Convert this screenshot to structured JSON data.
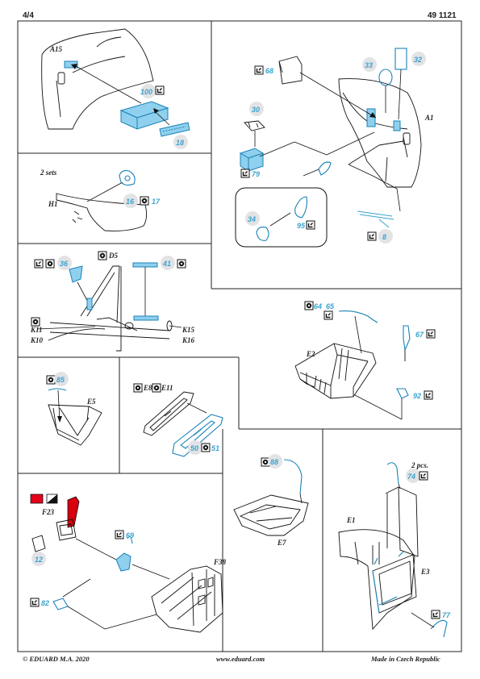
{
  "header": {
    "page": "4/4",
    "kit_number": "49 1121"
  },
  "footer": {
    "copyright": "© EDUARD M.A. 2020",
    "website": "www.eduard.com",
    "made_in": "Made in Czech Republic"
  },
  "colors": {
    "photo_etch": "#3aa3cf",
    "panel_border": "#222222",
    "callout_bubble": "#e3e3e6",
    "red_paint": "#e4001b"
  },
  "icons": {
    "bend": "bend-symbol-icon",
    "fold": "fold-symbol-icon",
    "paint": "paint-swatch-icon"
  },
  "panels": {
    "a15": {
      "assembly_label": "A15",
      "parts": [
        "100",
        "18"
      ]
    },
    "a1": {
      "assembly_label": "A1",
      "parts": [
        "68",
        "33",
        "32",
        "30",
        "79",
        "34",
        "95",
        "8"
      ]
    },
    "h1": {
      "note": "2 sets",
      "assembly_label": "H1",
      "parts": [
        "16",
        "17"
      ]
    },
    "d5": {
      "labels": [
        "D5",
        "K11",
        "K10",
        "K15",
        "K16"
      ],
      "parts": [
        "36",
        "41"
      ]
    },
    "e2": {
      "assembly_label": "E2",
      "parts": [
        "64",
        "65",
        "67",
        "92"
      ]
    },
    "e5": {
      "assembly_label": "E5",
      "parts": [
        "85"
      ]
    },
    "e8": {
      "labels": [
        "E8",
        "E11"
      ],
      "parts": [
        "50",
        "51"
      ]
    },
    "e7": {
      "assembly_label": "E7",
      "parts": [
        "88"
      ]
    },
    "f38": {
      "labels": [
        "F23",
        "F38"
      ],
      "parts": [
        "12",
        "69",
        "82"
      ]
    },
    "e1": {
      "labels": [
        "E1",
        "E3"
      ],
      "note": "2 pcs.",
      "parts": [
        "74",
        "77"
      ]
    }
  }
}
